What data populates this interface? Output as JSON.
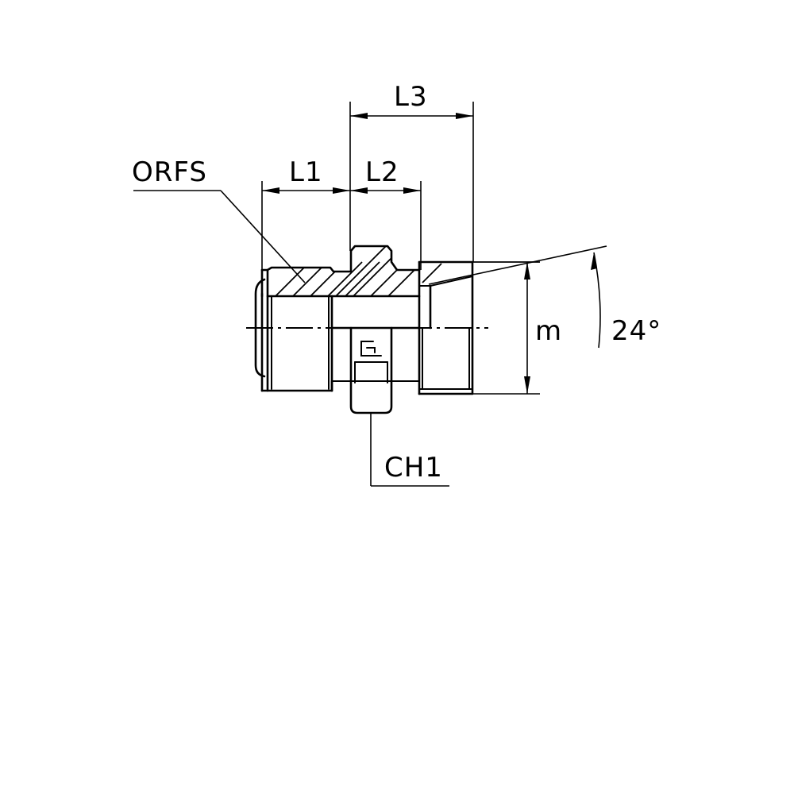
{
  "diagram": {
    "labels": {
      "orfs": "ORFS",
      "l1": "L1",
      "l2": "L2",
      "l3": "L3",
      "m": "m",
      "angle": "24°",
      "ch1": "CH1"
    },
    "line_color": "#000000",
    "background": "#ffffff"
  }
}
